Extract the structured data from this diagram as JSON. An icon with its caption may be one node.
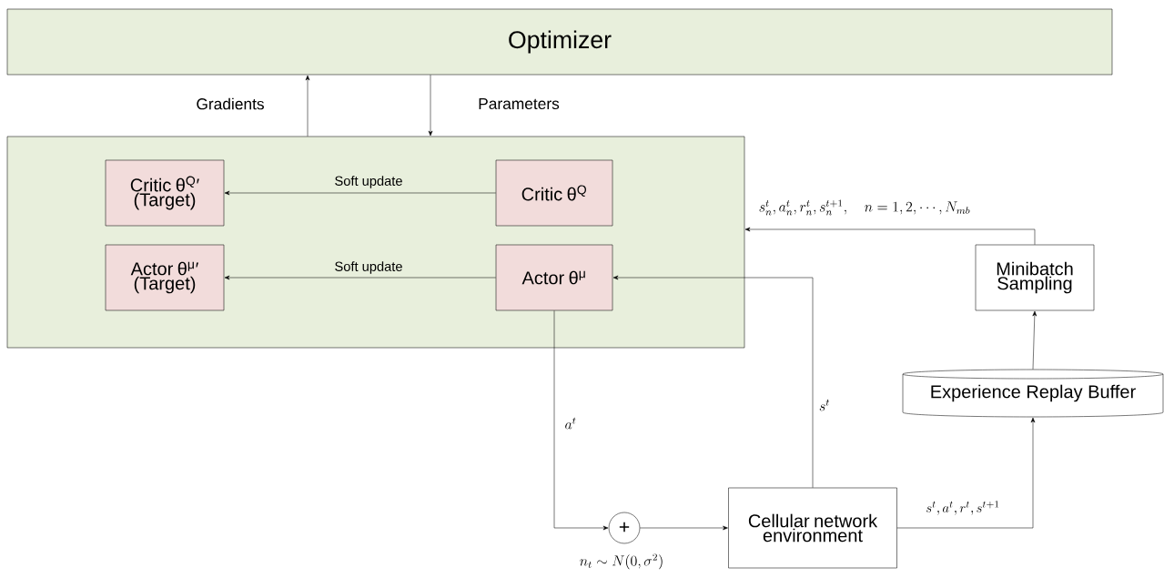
{
  "diagram": {
    "nodes": [
      {
        "text": [
          "Optimizer"
        ]
      },
      {
        "text": [],
        "shape": "box"
      },
      {
        "text": [
          "Critic θ$^{Q}$′ (Target)"
        ],
        "in": 1
      },
      {
        "text": [
          "Critic θ$^{Q}$"
        ],
        "in": 1
      },
      {
        "text": [
          "Actor θ$^{μ}$′ (Target)"
        ],
        "in": 1
      },
      {
        "text": [
          "Actor θ$^{μ}$"
        ],
        "in": 1
      },
      {
        "text": [
          "Minibatch Sampling"
        ]
      },
      {
        "text": [
          "Experience Replay Buffer"
        ]
      },
      {
        "text": [
          "+"
        ],
        "beside": [
          "n_t \\sim N(0,\\sigma^2)"
        ]
      },
      {
        "text": [
          "Cellular network environment"
        ]
      }
    ],
    "edges": [
      {
        "from": 1,
        "to": 0,
        "arrow": "to",
        "label": "Gradients"
      },
      {
        "from": 0,
        "to": 1,
        "arrow": "to",
        "label": "Parameters"
      },
      {
        "from": 3,
        "to": 2,
        "arrow": "to",
        "label": "Soft update"
      },
      {
        "from": 5,
        "to": 4,
        "arrow": "to",
        "label": "Soft update"
      },
      {
        "from": 6,
        "to": 1,
        "arrow": "to",
        "label": "s_n^t, a_n^t, r_n^t, s_n^{t+1}, \\quad n=1,2,\\cdots,N_{mb}"
      },
      {
        "from": 7,
        "to": 6,
        "arrow": "to"
      },
      {
        "from": 5,
        "to": 8,
        "arrow": "to",
        "label": "a^t"
      },
      {
        "from": 8,
        "to": 9,
        "arrow": "to"
      },
      {
        "from": 9,
        "to": 5,
        "arrow": "to",
        "label": "s^t"
      },
      {
        "from": 9,
        "to": 7,
        "arrow": "to",
        "label": "s^t, a^t, r^t, s^{t+1}"
      }
    ]
  }
}
